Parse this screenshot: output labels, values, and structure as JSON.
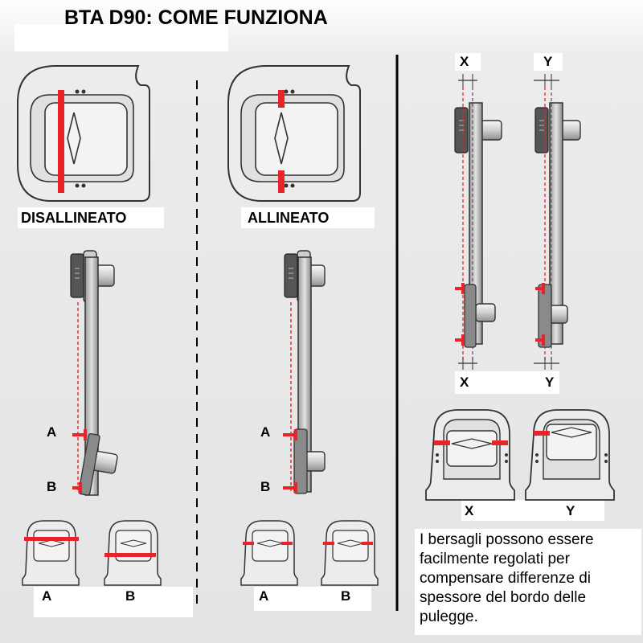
{
  "title": "BTA D90: COME FUNZIONA",
  "panels": {
    "misaligned": {
      "label": "DISALLINEATO",
      "marker_a": "A",
      "marker_b": "B",
      "view_a": "A",
      "view_b": "B"
    },
    "aligned": {
      "label": "ALLINEATO",
      "marker_a": "A",
      "marker_b": "B",
      "view_a": "A",
      "view_b": "B"
    },
    "offset": {
      "x_top": "X",
      "y_top": "Y",
      "x_bottom": "X",
      "y_bottom": "Y",
      "view_x": "X",
      "view_y": "Y",
      "note": "I bersagli possono essere facilmente regolati per compensare differenze di spessore del bordo delle pulegge."
    }
  },
  "colors": {
    "laser": "#e8232a",
    "outline": "#333333",
    "body": "#d8d8d8",
    "divider": "#000000"
  }
}
